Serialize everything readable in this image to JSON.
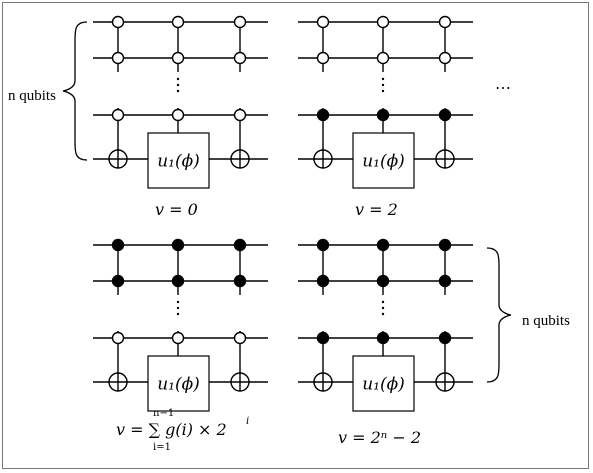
{
  "labels": {
    "n_qubits_top": "n qubits",
    "n_qubits_bottom": "n qubits",
    "ellipsis_right": "⋯"
  },
  "gate_label": "u₁(ϕ)",
  "circuits": [
    {
      "id": "v0",
      "control": "open",
      "caption": "v = 0"
    },
    {
      "id": "v2",
      "control": "mixed",
      "caption": "v = 2"
    },
    {
      "id": "vsum",
      "control": "mixed2",
      "caption_main": "v = ∑ g(i) × 2",
      "caption_sup": "i",
      "caption_upper": "n−1",
      "caption_lower": "i=1"
    },
    {
      "id": "vmax",
      "control": "filled",
      "caption": "v = 2ⁿ − 2"
    }
  ]
}
